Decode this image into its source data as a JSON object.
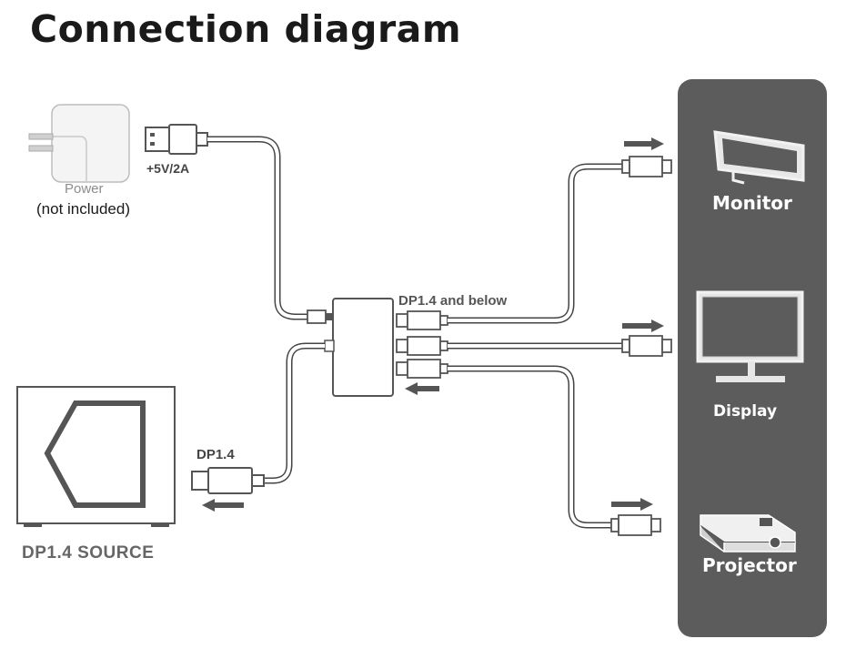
{
  "title": "Connection diagram",
  "power": {
    "voltage": "+5V/2A",
    "label": "Power",
    "note": "(not included)"
  },
  "source": {
    "cable_label": "DP1.4",
    "label": "DP1.4 SOURCE"
  },
  "hub": {
    "outputs_label": "DP1.4 and below"
  },
  "devices": [
    {
      "label": "Monitor"
    },
    {
      "label": "Display"
    },
    {
      "label": "Projector"
    }
  ]
}
